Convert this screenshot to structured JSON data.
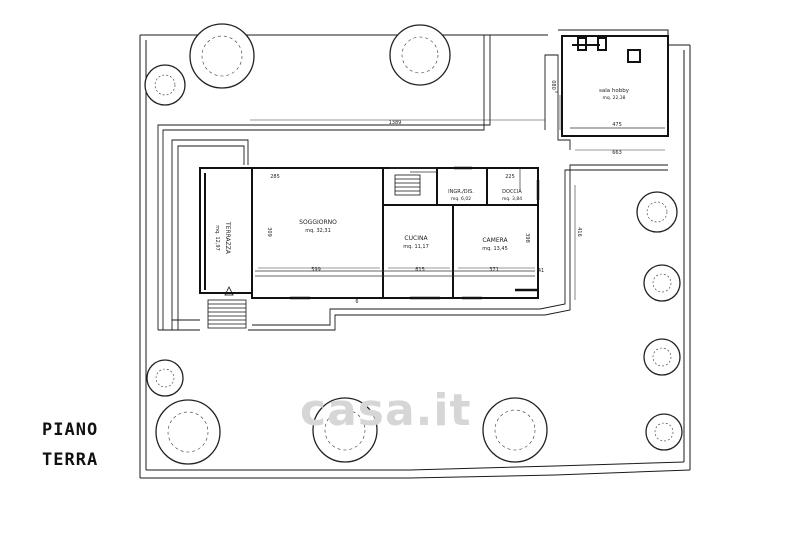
{
  "drawing_title": {
    "line1": "PIANO",
    "line2": "TERRA"
  },
  "watermark": "casa.it",
  "rooms": {
    "soggiorno": {
      "name": "SOGGIORNO",
      "area": "mq. 32,31"
    },
    "cucina": {
      "name": "CUCINA",
      "area": "mq. 11,17"
    },
    "camera": {
      "name": "CAMERA",
      "area": "mq. 13,45"
    },
    "ingresso": {
      "name": "INGR./DIS.",
      "area": "mq. 6,02"
    },
    "doccia": {
      "name": "DOCCIA",
      "area": "mq. 3,84"
    },
    "sala_hobby": {
      "name": "sala hobby",
      "area": "mq. 22,38"
    },
    "terrazza": {
      "name": "TERRAZZA",
      "area": "mq. 12,97"
    }
  },
  "dimensions": {
    "d1389": "1389",
    "d285": "285",
    "d599": "599",
    "d815": "815",
    "d371": "371",
    "d225": "225",
    "d475": "475",
    "d663": "663",
    "d416": "416",
    "d309": "309",
    "d080": "080",
    "d398": "398",
    "d41": "41",
    "d6": "6"
  },
  "colors": {
    "line": "#1a1a1a",
    "tree": "#222222",
    "watermark": "#d6d6d6"
  }
}
